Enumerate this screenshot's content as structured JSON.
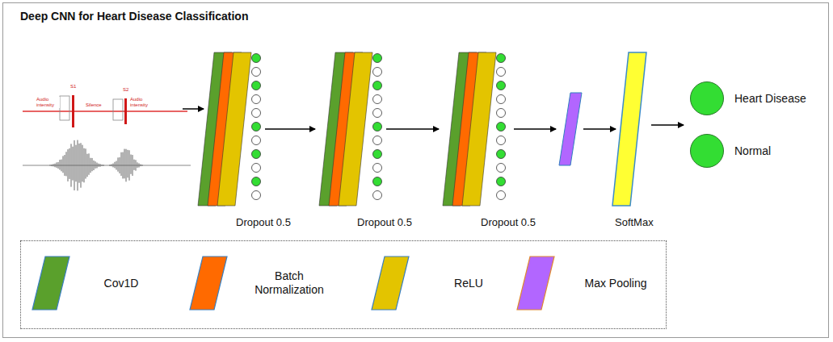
{
  "diagram": {
    "title": "Deep CNN for Heart Disease Classification",
    "nodes": [
      {
        "text": [
          "Dropout 0.5"
        ]
      },
      {
        "text": [
          "Dropout 0.5"
        ]
      },
      {
        "text": [
          "Dropout 0.5"
        ]
      },
      {
        "text": [
          "SoftMax"
        ]
      },
      {
        "text": [
          "Heart Disease"
        ]
      },
      {
        "text": [
          "Normal"
        ]
      }
    ],
    "edges": [
      {
        "from": 0,
        "to": 1,
        "arrow": "to"
      },
      {
        "from": 1,
        "to": 2,
        "arrow": "to"
      }
    ],
    "labels": [
      "S1",
      "S2",
      "Audio intensity",
      "Silence",
      "Audio intensity"
    ],
    "legend": [
      {
        "text": "Cov1D",
        "color": "#5aa02c"
      },
      {
        "text": "Batch Normalization",
        "color": "#ff6a00"
      },
      {
        "text": "ReLU",
        "color": "#e3c400"
      },
      {
        "text": "Max Pooling",
        "color": "#b266ff"
      }
    ]
  }
}
